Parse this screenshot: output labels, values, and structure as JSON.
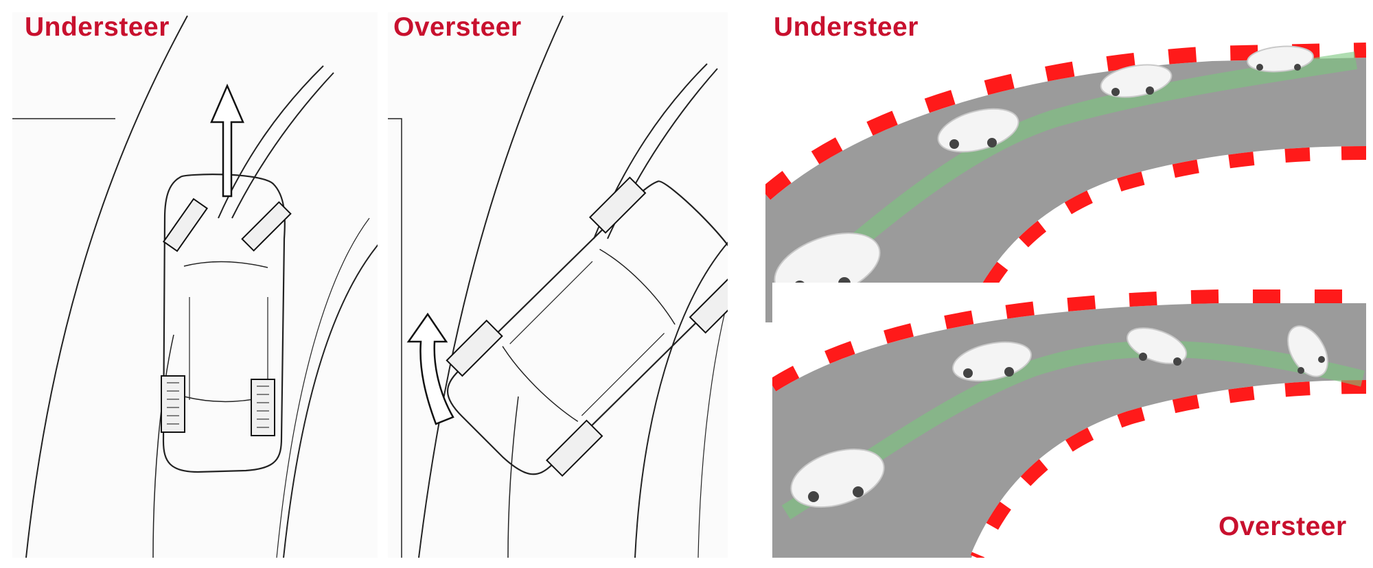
{
  "labels": {
    "sketch_understeer": "Understeer",
    "sketch_oversteer": "Oversteer",
    "render_understeer": "Understeer",
    "render_oversteer": "Oversteer"
  },
  "colors": {
    "label_red": "#c8102e",
    "curb_red": "#ff1a1a",
    "track_gray": "#9b9b9b",
    "path_green": "#79c77d",
    "sketch_line": "#222222"
  }
}
